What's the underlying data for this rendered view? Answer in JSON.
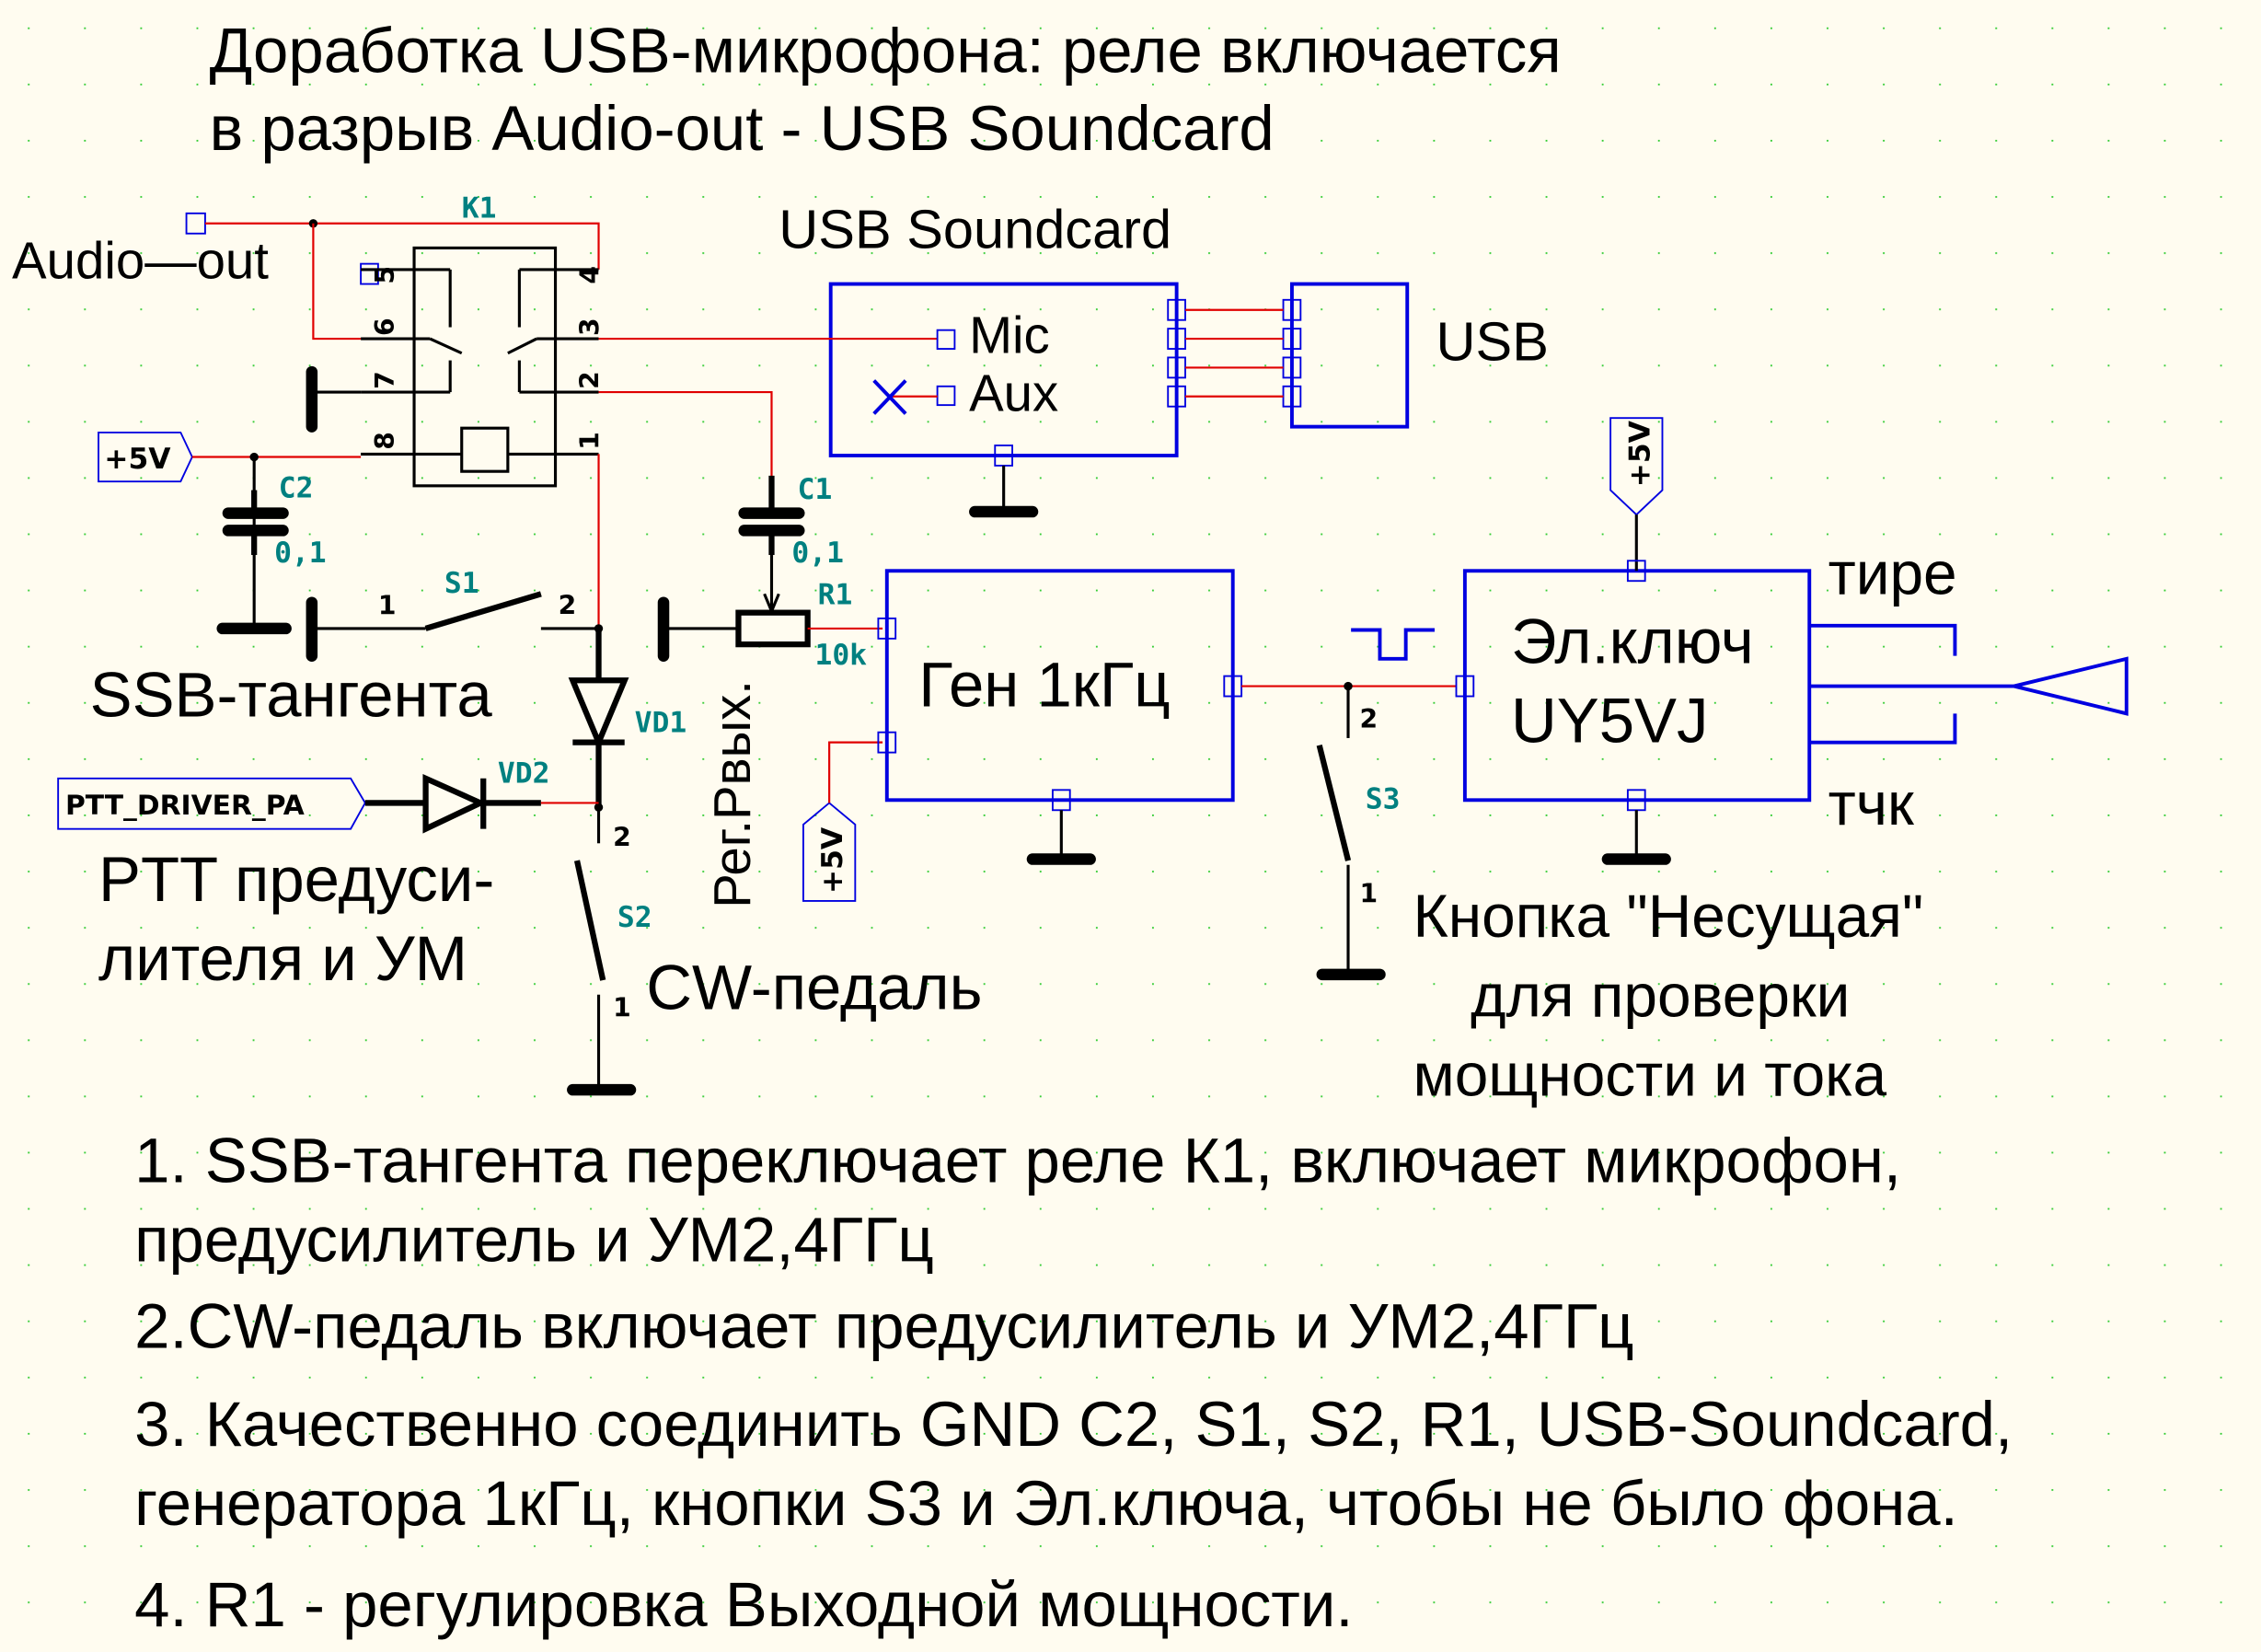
{
  "title": {
    "line1": "Доработка USB-микрофона: реле включается",
    "line2": "в разрыв Audio-out - USB Soundcard"
  },
  "labels": {
    "audio_out": "Audio—out",
    "k1": "K1",
    "relay_pins": [
      "1",
      "2",
      "3",
      "4",
      "5",
      "6",
      "7",
      "8"
    ],
    "plus5v": "+5V",
    "c2": "C2",
    "c2_value": "0,1",
    "c1": "C1",
    "c1_value": "0,1",
    "r1": "R1",
    "r1_value": "10k",
    "s1": "S1",
    "s2": "S2",
    "s3": "S3",
    "vd1": "VD1",
    "vd2": "VD2",
    "pin1": "1",
    "pin2": "2",
    "ptt_driver_pa": "PTT_DRIVER_PA",
    "usb_soundcard": "USB Soundcard",
    "mic": "Mic",
    "aux": "Aux",
    "usb": "USB",
    "gen": "Ген 1кГц",
    "el_key_1": "Эл.ключ",
    "el_key_2": "UY5VJ",
    "dash": "тире",
    "dot": "тчк",
    "ssb_tangent": "SSB-тангента",
    "ptt_1": "PTT предуси-",
    "ptt_2": "лителя и УМ",
    "cw_pedal": "CW-педаль",
    "reg_pout": "Рег.Рвых.",
    "carrier_1": "Кнопка \"Несущая\"",
    "carrier_2": "для проверки",
    "carrier_3": "мощности и тока"
  },
  "notes": [
    "1. SSB-тангента переключает реле К1, включает микрофон,",
    "предусилитель и УМ2,4ГГц",
    "2.CW-педаль включает предусилитель и УМ2,4ГГц",
    "3. Качественно соединить GND C2, S1, S2, R1, USB-Soundcard,",
    "генератора 1кГц, кнопки S3 и Эл.ключа, чтобы не было фона.",
    "4. R1 - регулировка Выходной мощности."
  ],
  "colors": {
    "background": "#fffcf0",
    "wire": "#e00000",
    "block": "#0000e0",
    "label": "#008080"
  }
}
